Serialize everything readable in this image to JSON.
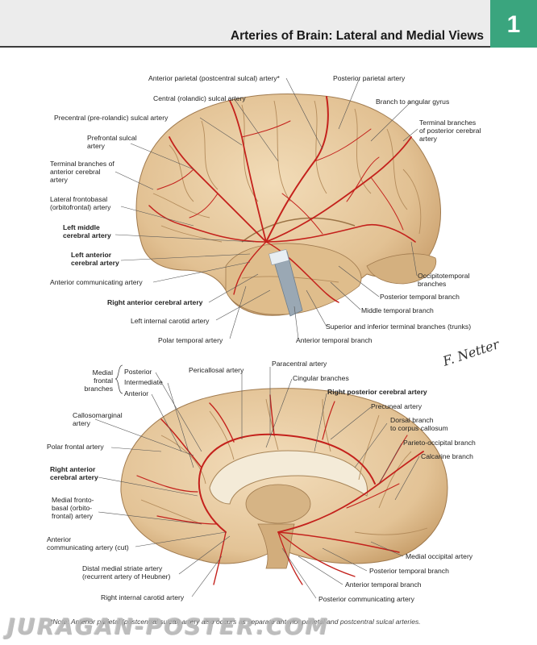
{
  "header": {
    "title": "Arteries of Brain: Lateral and Medial Views",
    "plate_number": "1"
  },
  "colors": {
    "plate": "#3aa57e",
    "artery": "#c4211c",
    "brain": "#e7c9a0",
    "header_bg": "#ececec"
  },
  "lateral_labels": {
    "ant_parietal": "Anterior parietal (postcentral sulcal) artery*",
    "post_parietal": "Posterior parietal artery",
    "central": "Central (rolandic) sulcal artery",
    "angular": "Branch to angular gyrus",
    "precentral": "Precentral (pre-rolandic) sulcal artery",
    "term_post_cerebral": [
      "Terminal branches",
      "of posterior cerebral",
      "artery"
    ],
    "prefrontal": [
      "Prefrontal sulcal",
      "artery"
    ],
    "term_ant_cerebral": [
      "Terminal branches of",
      "anterior cerebral",
      "artery"
    ],
    "lat_frontobasal": [
      "Lateral frontobasal",
      "(orbitofrontal) artery"
    ],
    "left_middle": [
      "Left middle",
      "cerebral artery"
    ],
    "left_anterior": [
      "Left anterior",
      "cerebral artery"
    ],
    "occipitotemporal": [
      "Occipitotemporal",
      "branches"
    ],
    "ant_communicating": "Anterior communicating artery",
    "post_temporal": "Posterior temporal branch",
    "right_anterior": "Right anterior cerebral artery",
    "middle_temporal": "Middle temporal branch",
    "left_internal_carotid": "Left internal carotid artery",
    "sup_inf_terminal": "Superior and inferior terminal branches (trunks)",
    "polar_temporal": "Polar temporal artery",
    "ant_temporal": "Anterior temporal branch"
  },
  "medial_labels": {
    "medial_frontal": [
      "Medial",
      "frontal",
      "branches"
    ],
    "posterior": "Posterior",
    "intermediate": "Intermediate",
    "anterior": "Anterior",
    "pericallosal": "Pericallosal artery",
    "paracentral": "Paracentral artery",
    "cingular": "Cingular branches",
    "right_posterior_cerebral": "Right posterior cerebral artery",
    "callosomarginal": [
      "Callosomarginal",
      "artery"
    ],
    "precuneal": "Precuneal artery",
    "dorsal_branch": [
      "Dorsal branch",
      "to corpus callosum"
    ],
    "polar_frontal": "Polar frontal artery",
    "parieto_occipital": "Parieto-occipital branch",
    "right_anterior_cerebral": [
      "Right anterior",
      "cerebral artery"
    ],
    "calcarine": "Calcarine branch",
    "medial_frontobasal": [
      "Medial fronto-",
      "basal (orbito-",
      "frontal) artery"
    ],
    "ant_communicating_cut": [
      "Anterior",
      "communicating artery (cut)"
    ],
    "medial_occipital": "Medial occipital artery",
    "distal_medial_striate": [
      "Distal medial striate artery",
      "(recurrent artery of Heubner)"
    ],
    "post_temporal": "Posterior temporal branch",
    "ant_temporal": "Anterior temporal branch",
    "right_internal_carotid": "Right internal carotid artery",
    "post_communicating": "Posterior communicating artery"
  },
  "signature": "F. Netter",
  "note": "*Note: Anterior parietal (postcentral sulcal) artery also occurs as separate anterior parietal and postcentral sulcal arteries.",
  "watermark": "JURAGAN-POSTER.COM"
}
